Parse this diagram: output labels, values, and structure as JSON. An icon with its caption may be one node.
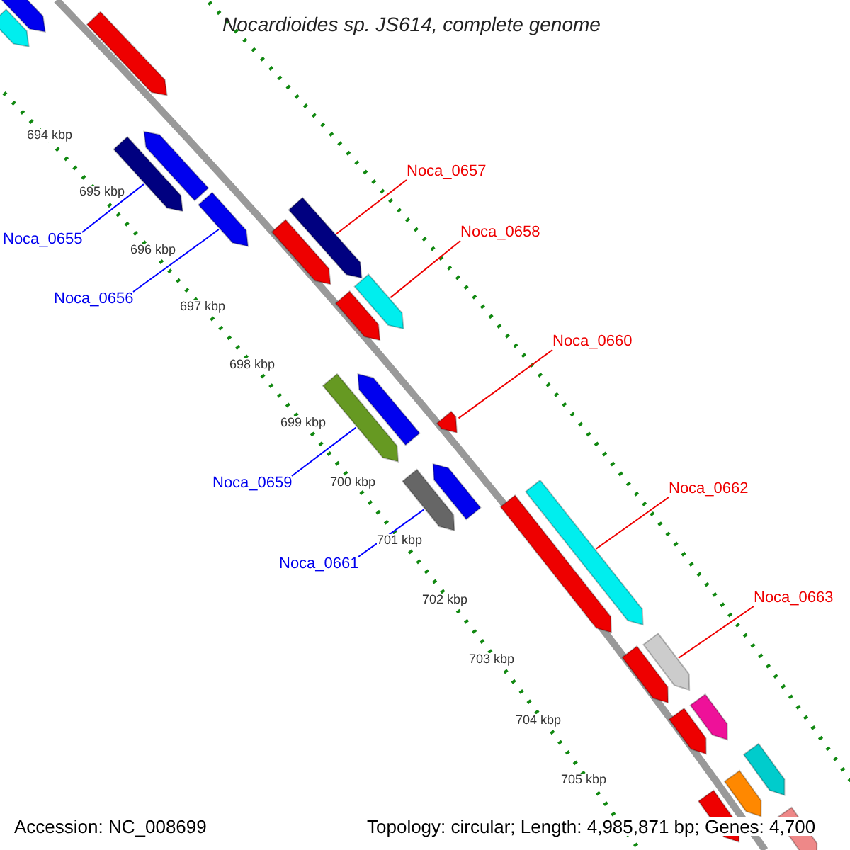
{
  "diagram": {
    "title": "Nocardioides sp. JS614, complete genome",
    "nodes": [
      {
        "text": [
          "Noca_0657"
        ]
      },
      {
        "text": [
          "Noca_0658"
        ]
      },
      {
        "text": [
          "Noca_0655"
        ]
      },
      {
        "text": [
          "Noca_0656"
        ]
      },
      {
        "text": [
          "Noca_0660"
        ]
      },
      {
        "text": [
          "Noca_0659"
        ]
      },
      {
        "text": [
          "Noca_0662"
        ]
      },
      {
        "text": [
          "Noca_0661"
        ]
      },
      {
        "text": [
          "Noca_0663"
        ]
      },
      {
        "text": [],
        "shape": "arrow"
      },
      {
        "text": [],
        "shape": "arrow"
      },
      {
        "text": [],
        "shape": "arrow"
      },
      {
        "text": [],
        "shape": "arrow"
      },
      {
        "text": [],
        "shape": "arrow"
      },
      {
        "text": [],
        "shape": "arrow"
      },
      {
        "text": [],
        "shape": "arrow"
      },
      {
        "text": [],
        "shape": "arrow"
      },
      {
        "text": [],
        "shape": "arrow"
      },
      {
        "text": [],
        "shape": "arrow"
      },
      {
        "text": [],
        "shape": "arrow"
      },
      {
        "text": [],
        "shape": "arrow"
      },
      {
        "text": [],
        "shape": "arrow"
      },
      {
        "text": [],
        "shape": "arrow"
      },
      {
        "text": [],
        "shape": "arrow"
      },
      {
        "text": [],
        "shape": "arrow"
      },
      {
        "text": [],
        "shape": "arrow"
      },
      {
        "text": [],
        "shape": "arrow"
      },
      {
        "text": [],
        "shape": "arrow"
      },
      {
        "text": [],
        "shape": "arrow"
      },
      {
        "text": [],
        "shape": "arrow"
      },
      {
        "text": [],
        "shape": "arrow"
      },
      {
        "text": [],
        "shape": "arrow"
      },
      {
        "text": [],
        "shape": "arrow"
      },
      {
        "text": [],
        "shape": "arrow"
      }
    ],
    "edges": [
      {
        "from": 0,
        "to": 15,
        "arrow": "none"
      },
      {
        "from": 1,
        "to": 17,
        "arrow": "none"
      },
      {
        "from": 2,
        "to": 13,
        "arrow": "none",
        "color": "#0000ff"
      },
      {
        "from": 3,
        "to": 14,
        "arrow": "none",
        "color": "#0000ff"
      },
      {
        "from": 4,
        "to": 21,
        "arrow": "none"
      },
      {
        "from": 5,
        "to": 20,
        "arrow": "none",
        "color": "#0000ff"
      },
      {
        "from": 6,
        "to": 24,
        "arrow": "none"
      },
      {
        "from": 7,
        "to": 23,
        "arrow": "none",
        "color": "#0000ff"
      },
      {
        "from": 8,
        "to": 26,
        "arrow": "none"
      }
    ],
    "labels": [
      "694 kbp",
      "695 kbp",
      "696 kbp",
      "697 kbp",
      "698 kbp",
      "699 kbp",
      "700 kbp",
      "701 kbp",
      "702 kbp",
      "703 kbp",
      "704 kbp",
      "705 kbp",
      "Accession: NC_008699",
      "Topology: circular; Length: 4,985,871 bp; Genes: 4,700"
    ]
  }
}
